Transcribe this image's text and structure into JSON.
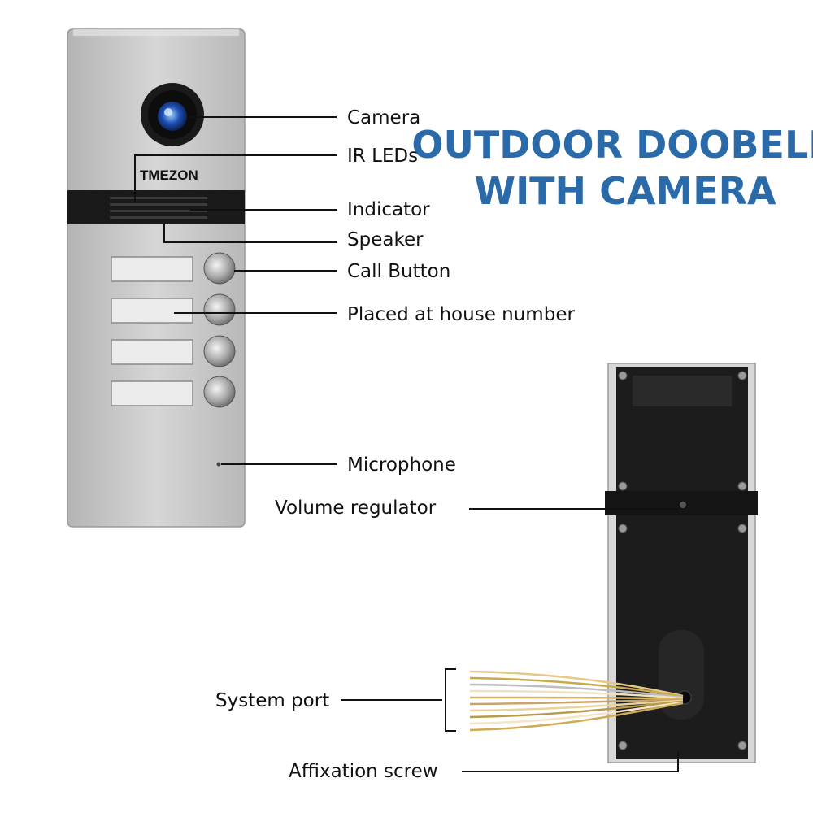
{
  "title": {
    "line1": "OUTDOOR DOOBELL",
    "line2": "WITH CAMERA",
    "color": "#2b6aa8"
  },
  "brand": "TMEZON",
  "labels": {
    "camera": "Camera",
    "ir_leds": "IR LEDs",
    "indicator": "Indicator",
    "speaker": "Speaker",
    "call_button": "Call Button",
    "house_number": "Placed at house number",
    "microphone": "Microphone",
    "volume_regulator": "Volume regulator",
    "system_port": "System port",
    "affixation_screw": "Affixation screw"
  },
  "colors": {
    "panel": "#c9c9c9",
    "band": "#1a1a1a",
    "back_panel": "#1c1c1c",
    "frame": "#d8d8d8"
  }
}
